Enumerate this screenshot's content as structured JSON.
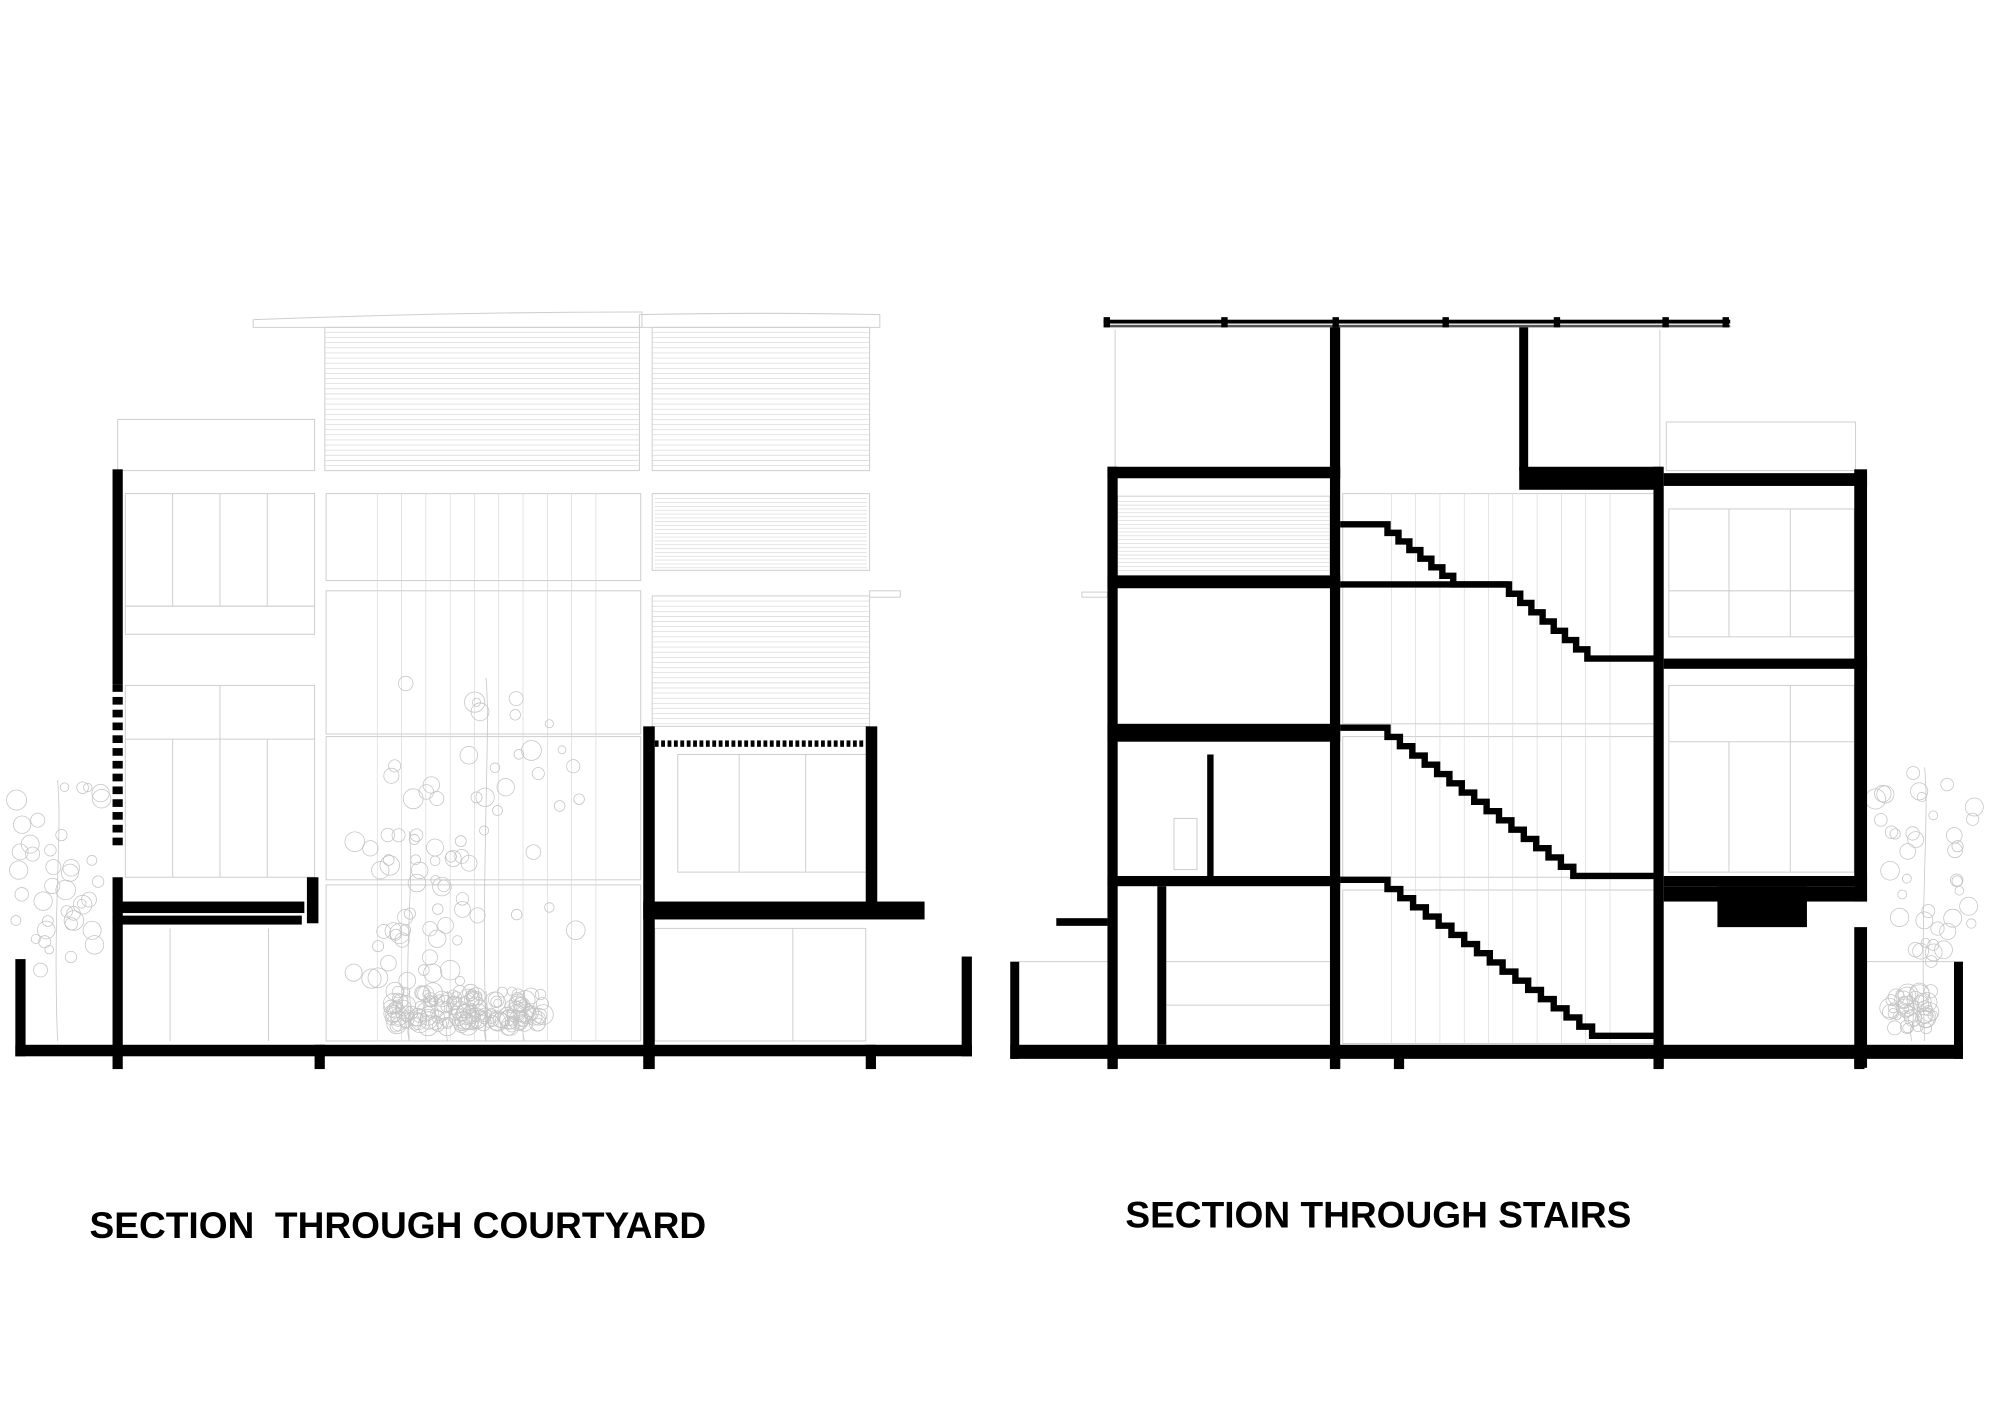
{
  "drawings": [
    {
      "id": "courtyard",
      "title": "SECTION  THROUGH COURTYARD"
    },
    {
      "id": "stairs",
      "title": "SECTION THROUGH STAIRS"
    }
  ],
  "colors": {
    "ink": "#000000",
    "elevation_lines": "#cfcfcf",
    "background": "#ffffff"
  }
}
